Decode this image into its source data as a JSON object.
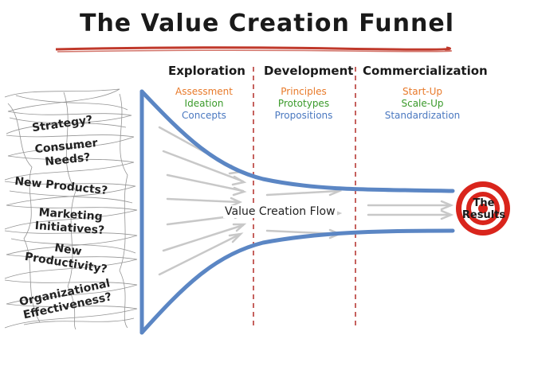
{
  "title": "The Value Creation Funnel",
  "stages": [
    {
      "name": "Exploration",
      "items": [
        {
          "text": "Assessment",
          "color": "#e87a2a"
        },
        {
          "text": "Ideation",
          "color": "#3a9a2a"
        },
        {
          "text": "Concepts",
          "color": "#4a78c0"
        }
      ]
    },
    {
      "name": "Development",
      "items": [
        {
          "text": "Principles",
          "color": "#e87a2a"
        },
        {
          "text": "Prototypes",
          "color": "#3a9a2a"
        },
        {
          "text": "Propositions",
          "color": "#4a78c0"
        }
      ]
    },
    {
      "name": "Commercialization",
      "items": [
        {
          "text": "Start-Up",
          "color": "#e87a2a"
        },
        {
          "text": "Scale-Up",
          "color": "#3a9a2a"
        },
        {
          "text": "Standardization",
          "color": "#4a78c0"
        }
      ]
    }
  ],
  "inputs": [
    "Strategy?",
    "Consumer Needs?",
    "New Products?",
    "Marketing Initiatives?",
    "New Productivity?",
    "Organizational Effectiveness?"
  ],
  "flow_label": "Value Creation Flow",
  "target_label": "The Results",
  "colors": {
    "funnel": "#5b86c4",
    "divider": "#c0504d",
    "title_underline": "#c0392b",
    "target_red": "#d9251c",
    "arrow": "#c8c8c8"
  }
}
